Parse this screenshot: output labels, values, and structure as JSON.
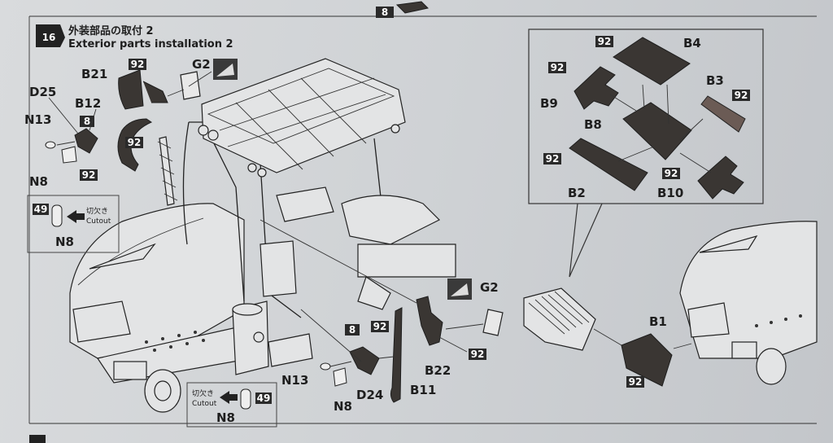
{
  "step": {
    "number": "16",
    "title_jp": "外装部品の取付 2",
    "title_en": "Exterior parts installation 2"
  },
  "labels": {
    "b21": "B21",
    "g2": "G2",
    "d25": "D25",
    "b12": "B12",
    "n13": "N13",
    "n8": "N8",
    "b4": "B4",
    "b3": "B3",
    "b9": "B9",
    "b8": "B8",
    "b2": "B2",
    "b10": "B10",
    "b1": "B1",
    "b22": "B22",
    "b11": "B11",
    "d24": "D24"
  },
  "codes": {
    "c92": "92",
    "c8": "8",
    "c49": "49"
  },
  "cutout": {
    "jp": "切欠き",
    "en": "Cutout"
  },
  "colors": {
    "paper": "#d4d6d8",
    "ink": "#1e1e1e",
    "part_dark": "#3a3633"
  }
}
